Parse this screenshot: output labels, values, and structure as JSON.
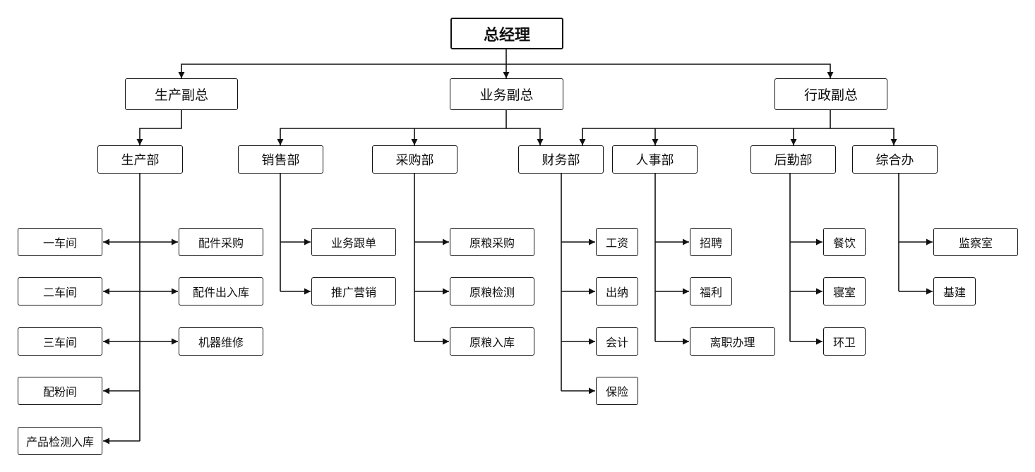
{
  "org": {
    "ceo": "总经理",
    "vp_production": "生产副总",
    "vp_business": "业务副总",
    "vp_admin": "行政副总",
    "departments": {
      "production": "生产部",
      "sales": "销售部",
      "purchasing": "采购部",
      "finance": "财务部",
      "hr": "人事部",
      "logistics": "后勤部",
      "general_office": "综合办"
    },
    "production_units": {
      "workshop1": "一车间",
      "workshop2": "二车间",
      "workshop3": "三车间",
      "mixing_room": "配粉间",
      "qc_storage": "产品检测入库",
      "parts_purchase": "配件采购",
      "parts_inout": "配件出入库",
      "machine_repair": "机器维修"
    },
    "sales_units": [
      "业务跟单",
      "推广营销"
    ],
    "purchasing_units": [
      "原粮采购",
      "原粮检测",
      "原粮入库"
    ],
    "finance_units": [
      "工资",
      "出纳",
      "会计",
      "保险"
    ],
    "hr_units": [
      "招聘",
      "福利",
      "离职办理"
    ],
    "logistics_units": [
      "餐饮",
      "寝室",
      "环卫"
    ],
    "office_units": [
      "监察室",
      "基建"
    ]
  }
}
